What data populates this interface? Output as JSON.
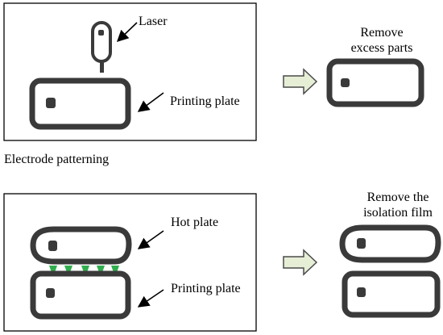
{
  "top_panel": {
    "laser_label": "Laser",
    "printing_plate_label": "Printing plate"
  },
  "top_result": {
    "line1": "Remove",
    "line2": "excess parts"
  },
  "section_label": "Electrode patterning",
  "bottom_panel": {
    "hot_plate_label": "Hot plate",
    "printing_plate_label": "Printing plate"
  },
  "bottom_result": {
    "line1": "Remove the",
    "line2": "isolation film"
  },
  "colors": {
    "plate_stroke": "#3a3a3a",
    "arrow_fill": "#e6eed6",
    "arrow_stroke": "#4a4a4a",
    "droplet": "#2fae4d"
  }
}
